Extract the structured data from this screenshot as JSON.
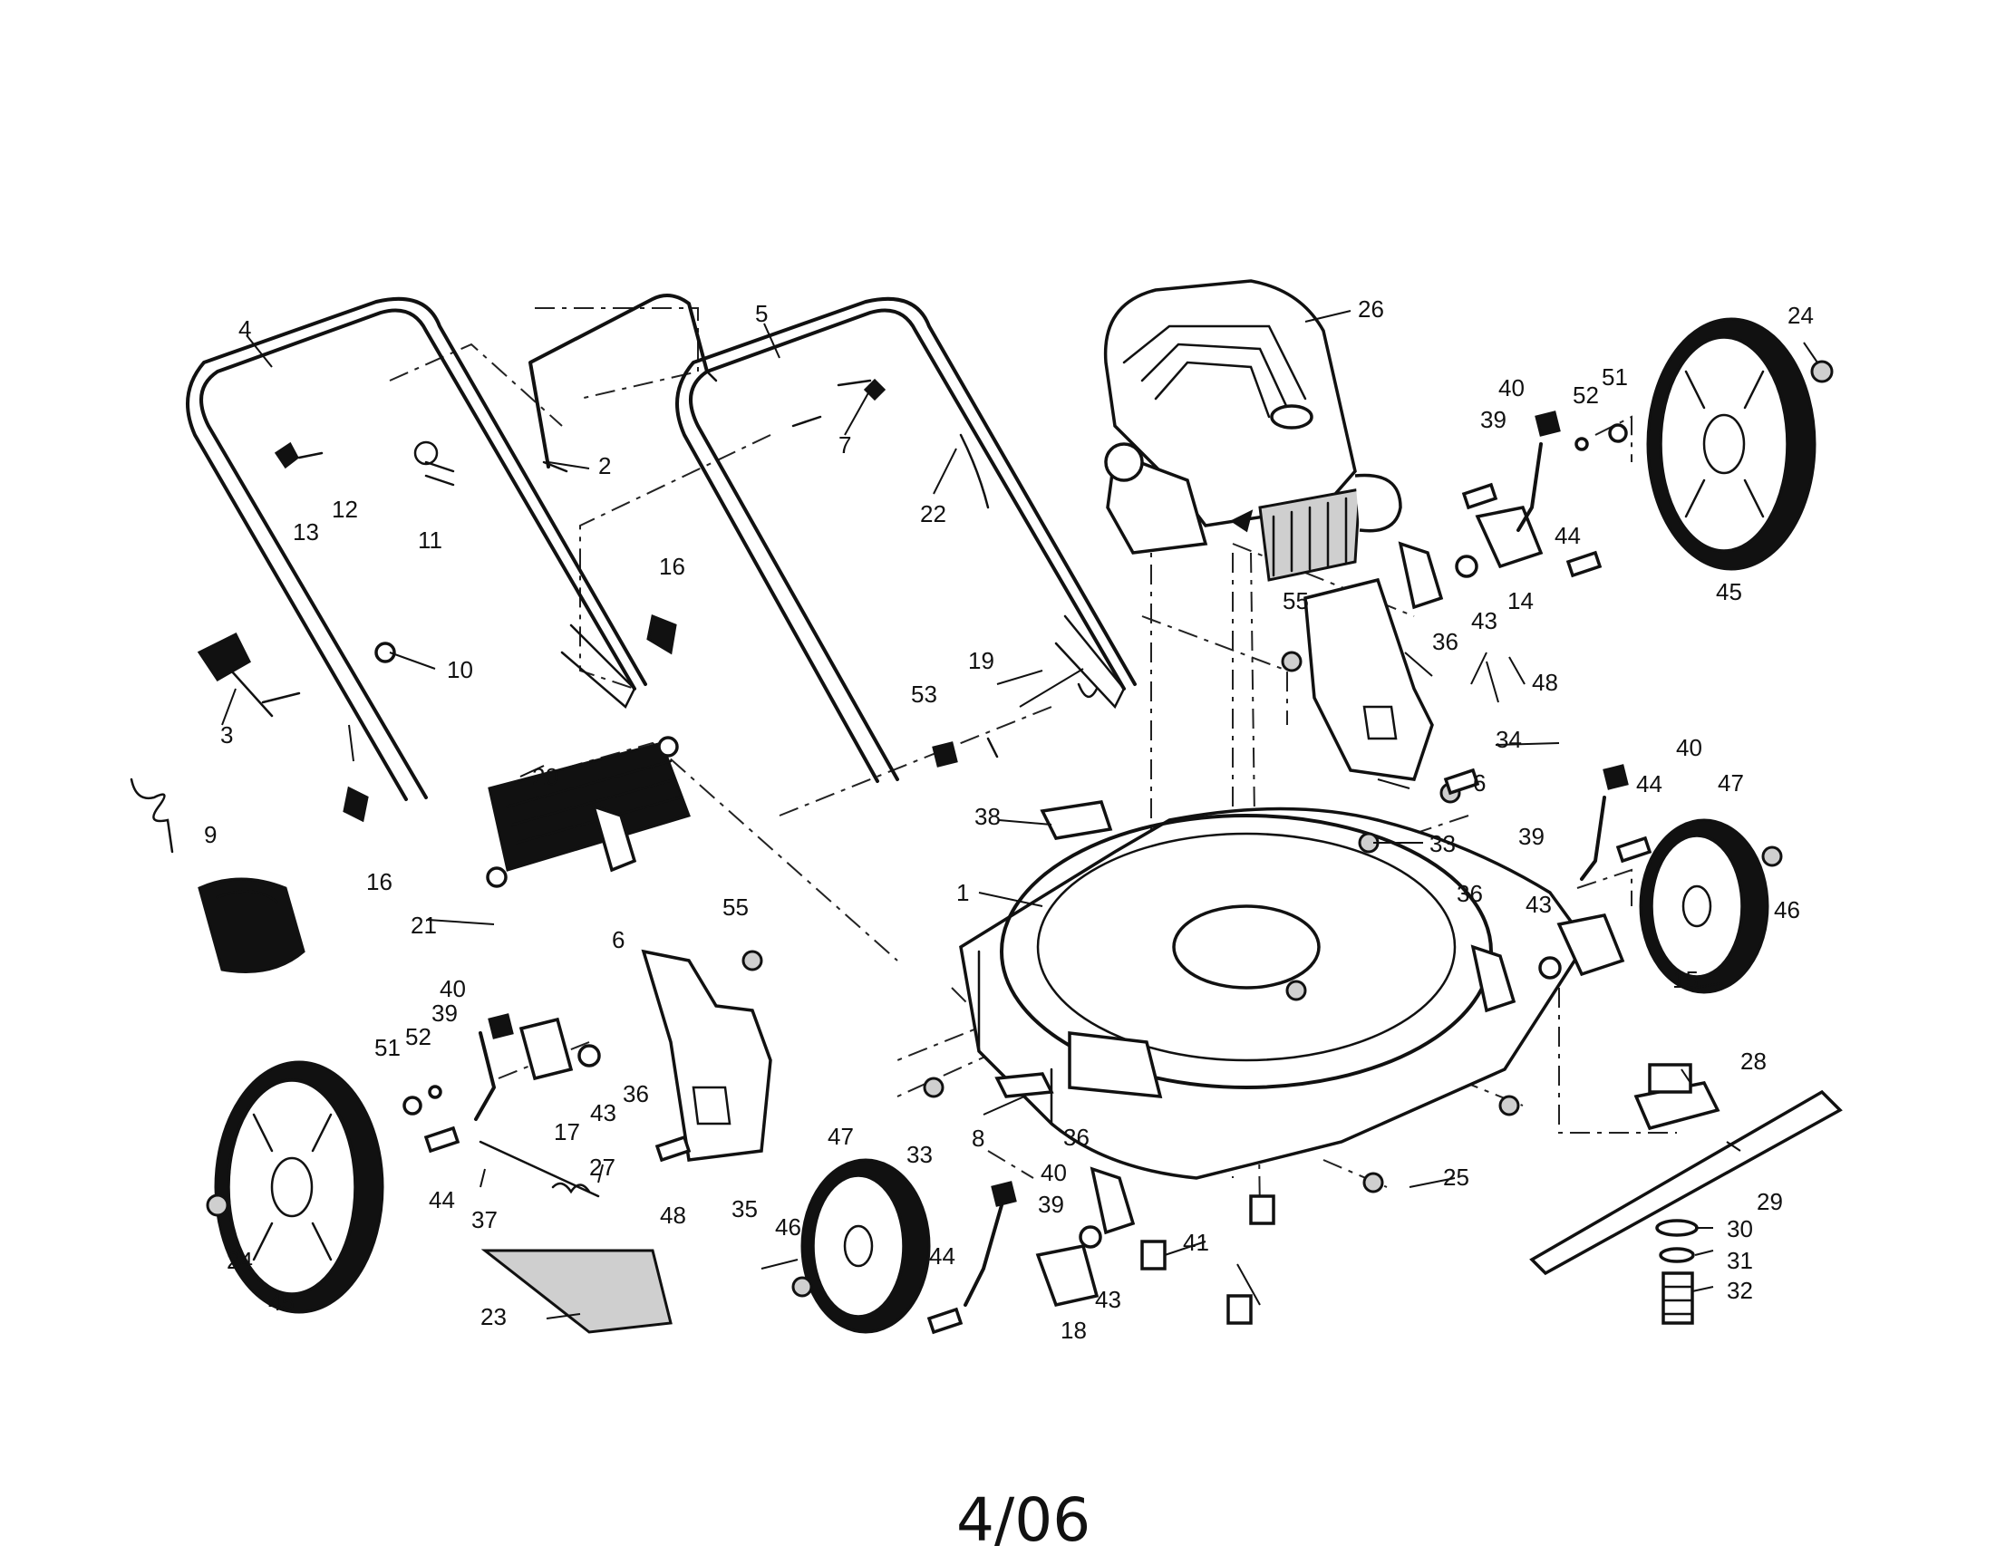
{
  "diagram": {
    "date_code": "4/06",
    "callouts": [
      {
        "id": "4",
        "label": "4"
      },
      {
        "id": "5",
        "label": "5"
      },
      {
        "id": "2",
        "label": "2"
      },
      {
        "id": "26",
        "label": "26"
      },
      {
        "id": "24a",
        "label": "24"
      },
      {
        "id": "24b",
        "label": "24"
      },
      {
        "id": "7",
        "label": "7"
      },
      {
        "id": "22",
        "label": "22"
      },
      {
        "id": "13",
        "label": "13"
      },
      {
        "id": "12",
        "label": "12"
      },
      {
        "id": "11",
        "label": "11"
      },
      {
        "id": "16a",
        "label": "16"
      },
      {
        "id": "16b",
        "label": "16"
      },
      {
        "id": "10",
        "label": "10"
      },
      {
        "id": "3",
        "label": "3"
      },
      {
        "id": "9",
        "label": "9"
      },
      {
        "id": "20",
        "label": "20"
      },
      {
        "id": "21",
        "label": "21"
      },
      {
        "id": "6a",
        "label": "6"
      },
      {
        "id": "6b",
        "label": "6"
      },
      {
        "id": "53",
        "label": "53"
      },
      {
        "id": "19",
        "label": "19"
      },
      {
        "id": "38",
        "label": "38"
      },
      {
        "id": "1",
        "label": "1"
      },
      {
        "id": "33a",
        "label": "33"
      },
      {
        "id": "33b",
        "label": "33"
      },
      {
        "id": "55a",
        "label": "55"
      },
      {
        "id": "55b",
        "label": "55"
      },
      {
        "id": "40a",
        "label": "40"
      },
      {
        "id": "40b",
        "label": "40"
      },
      {
        "id": "40c",
        "label": "40"
      },
      {
        "id": "40d",
        "label": "40"
      },
      {
        "id": "39a",
        "label": "39"
      },
      {
        "id": "39b",
        "label": "39"
      },
      {
        "id": "39c",
        "label": "39"
      },
      {
        "id": "39d",
        "label": "39"
      },
      {
        "id": "52a",
        "label": "52"
      },
      {
        "id": "52b",
        "label": "52"
      },
      {
        "id": "51a",
        "label": "51"
      },
      {
        "id": "51b",
        "label": "51"
      },
      {
        "id": "44a",
        "label": "44"
      },
      {
        "id": "44b",
        "label": "44"
      },
      {
        "id": "44c",
        "label": "44"
      },
      {
        "id": "44d",
        "label": "44"
      },
      {
        "id": "45a",
        "label": "45"
      },
      {
        "id": "45b",
        "label": "45"
      },
      {
        "id": "43a",
        "label": "43"
      },
      {
        "id": "43b",
        "label": "43"
      },
      {
        "id": "43c",
        "label": "43"
      },
      {
        "id": "43d",
        "label": "43"
      },
      {
        "id": "14",
        "label": "14"
      },
      {
        "id": "36a",
        "label": "36"
      },
      {
        "id": "36b",
        "label": "36"
      },
      {
        "id": "36c",
        "label": "36"
      },
      {
        "id": "36d",
        "label": "36"
      },
      {
        "id": "48a",
        "label": "48"
      },
      {
        "id": "48b",
        "label": "48"
      },
      {
        "id": "34",
        "label": "34"
      },
      {
        "id": "35",
        "label": "35"
      },
      {
        "id": "47a",
        "label": "47"
      },
      {
        "id": "47b",
        "label": "47"
      },
      {
        "id": "46a",
        "label": "46"
      },
      {
        "id": "46b",
        "label": "46"
      },
      {
        "id": "15",
        "label": "15"
      },
      {
        "id": "17",
        "label": "17"
      },
      {
        "id": "18",
        "label": "18"
      },
      {
        "id": "28",
        "label": "28"
      },
      {
        "id": "29",
        "label": "29"
      },
      {
        "id": "30",
        "label": "30"
      },
      {
        "id": "31",
        "label": "31"
      },
      {
        "id": "32",
        "label": "32"
      },
      {
        "id": "25",
        "label": "25"
      },
      {
        "id": "41",
        "label": "41"
      },
      {
        "id": "8",
        "label": "8"
      },
      {
        "id": "27",
        "label": "27"
      },
      {
        "id": "37",
        "label": "37"
      },
      {
        "id": "23",
        "label": "23"
      }
    ]
  }
}
